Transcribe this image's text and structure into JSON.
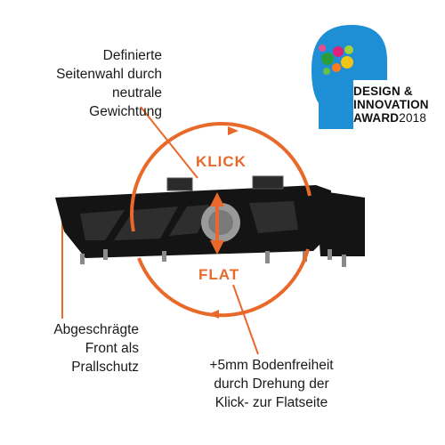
{
  "callouts": {
    "top": "Definierte\nSeitenwahl durch\nneutrale\nGewichtung",
    "left": "Abgeschrägte\nFront als\nPrallschutz",
    "bottom": "+5mm Bodenfreiheit\ndurch Drehung der\nKlick- zur Flatseite"
  },
  "sides": {
    "top": "KLICK",
    "bottom": "FLAT"
  },
  "award": {
    "line1": "DESIGN &",
    "line2": "INNOVATION",
    "line3_bold": "AWARD",
    "line3_year": "2018"
  },
  "colors": {
    "accent": "#e8692a",
    "pedal": "#141414",
    "award_blue": "#1e8fd4"
  }
}
